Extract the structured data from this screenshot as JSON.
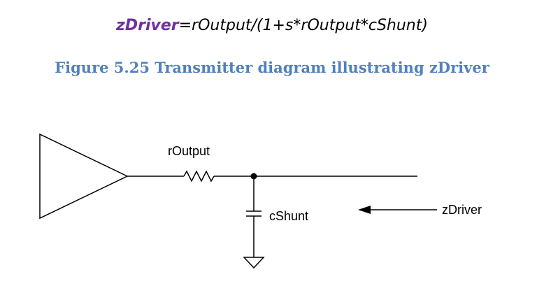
{
  "formula": {
    "variable": "zDriver",
    "expression": "=rOutput/(1+s*rOutput*cShunt)"
  },
  "caption": "Figure 5.25 Transmitter diagram illustrating zDriver",
  "labels": {
    "resistor": "rOutput",
    "capacitor": "cShunt",
    "impedance": "zDriver"
  }
}
